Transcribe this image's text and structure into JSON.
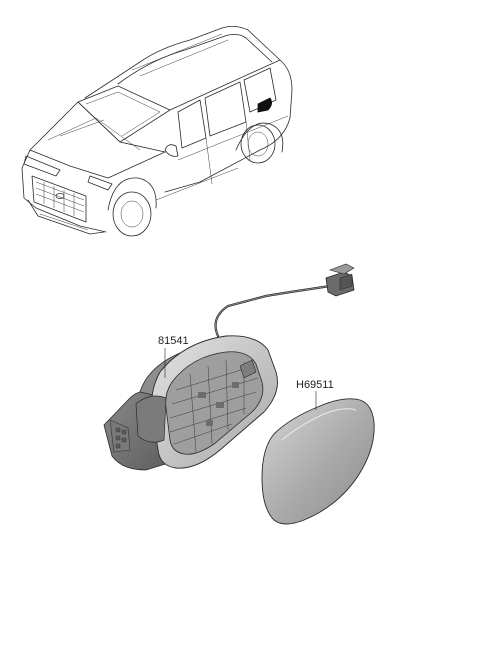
{
  "parts": [
    {
      "part_number": "81541",
      "part_name": ""
    },
    {
      "part_number": "H69511",
      "part_name": ""
    }
  ],
  "colors": {
    "background": "#ffffff",
    "line": "#2a2a2a",
    "housing_dark": "#6f6f6f",
    "housing_mid": "#9a9a9a",
    "housing_light": "#c9c9c9",
    "cover_fill": "#b5b5b5",
    "fuel_door_highlight": "#111111"
  },
  "icons": [
    "vehicle-suv-illustration",
    "fuel-door-housing",
    "fuel-door-cover",
    "wire-harness-connector"
  ]
}
